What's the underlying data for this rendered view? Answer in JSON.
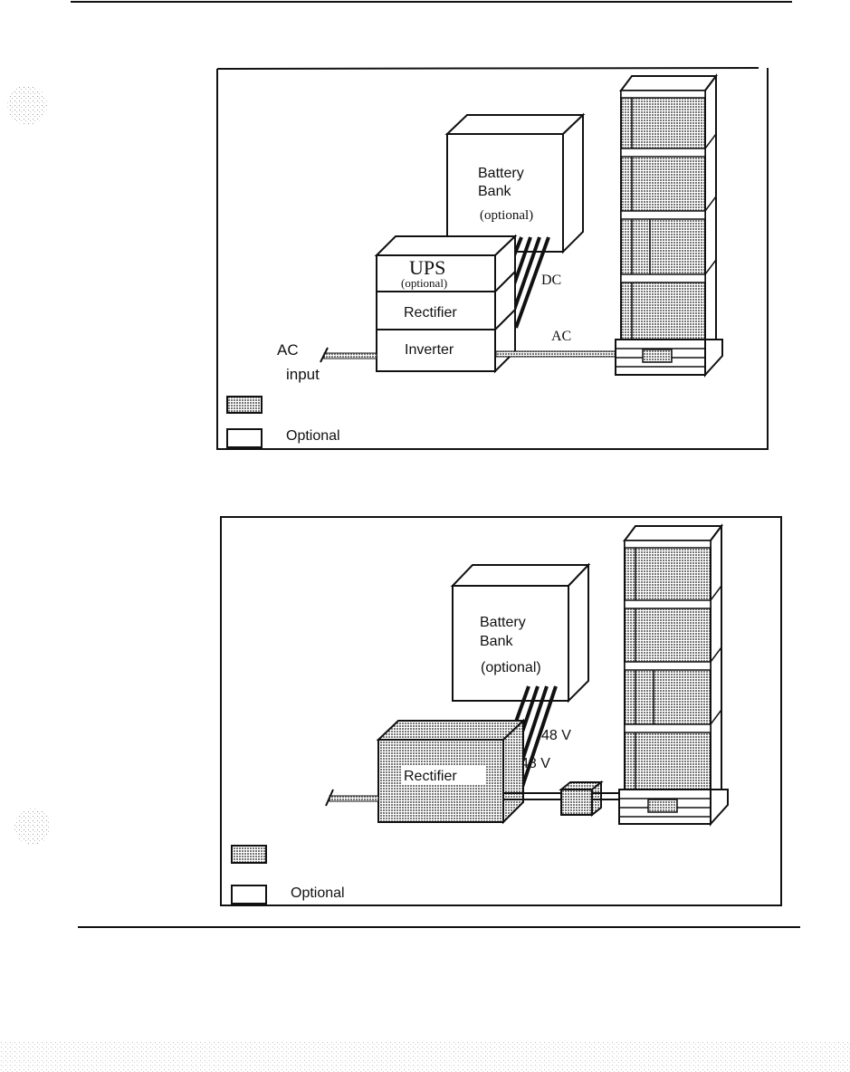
{
  "colors": {
    "ink": "#111111",
    "shade": "#b3b3b3",
    "paper": "#ffffff"
  },
  "fig1": {
    "battery_line1": "Battery",
    "battery_line2": "Bank",
    "battery_line3": "(optional)",
    "ups_title": "UPS",
    "ups_sub": "(optional)",
    "rectifier": "Rectifier",
    "inverter": "Inverter",
    "dc": "DC",
    "ac_out": "AC",
    "ac_in_line1": "AC",
    "ac_in_line2": "input",
    "legend_optional": "Optional"
  },
  "fig2": {
    "battery_line1": "Battery",
    "battery_line2": "Bank",
    "battery_line3": "(optional)",
    "volt_upper": "48 V",
    "volt_lower": "48 V",
    "rectifier": "Rectifier",
    "legend_optional": "Optional"
  }
}
